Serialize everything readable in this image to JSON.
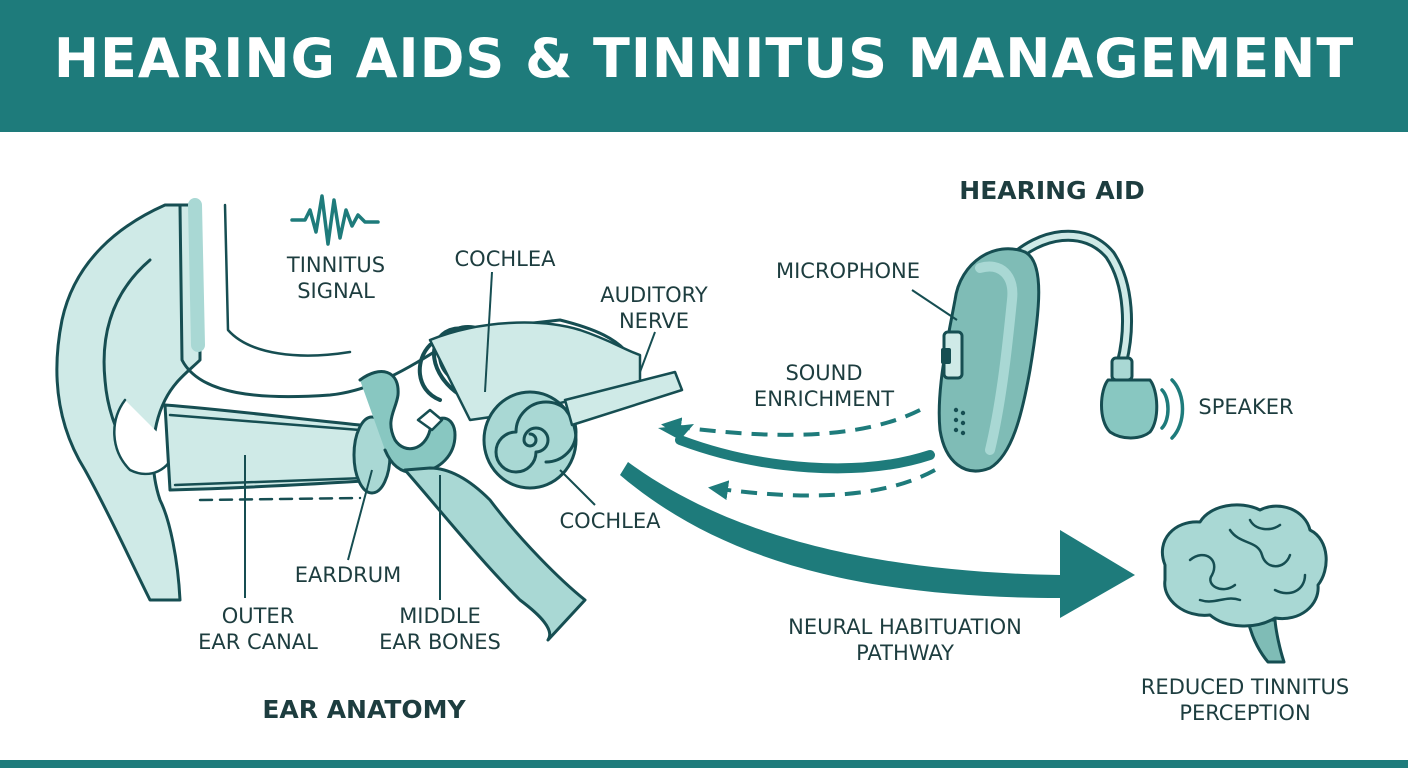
{
  "title": "HEARING AIDS & TINNITUS MANAGEMENT",
  "colors": {
    "banner": "#1e7b7b",
    "teal_dark": "#145f62",
    "teal_fill": "#a9d8d4",
    "teal_light": "#cfeae7",
    "outline": "#164e52",
    "label_text": "#1d3d3f"
  },
  "ear_anatomy": {
    "heading": "EAR ANATOMY",
    "labels": {
      "tinnitus_signal": [
        "TINNITUS",
        "SIGNAL"
      ],
      "cochlea_top": "COCHLEA",
      "auditory_nerve": [
        "AUDITORY",
        "NERVE"
      ],
      "cochlea_bottom": "COCHLEA",
      "eardrum": "EARDRUM",
      "outer_ear_canal": [
        "OUTER",
        "EAR CANAL"
      ],
      "middle_ear_bones": [
        "MIDDLE",
        "EAR BONES"
      ]
    },
    "icons": [
      "tinnitus-waveform-icon"
    ]
  },
  "hearing_aid": {
    "heading": "HEARING AID",
    "labels": {
      "microphone": "MICROPHONE",
      "speaker": "SPEAKER",
      "sound_enrichment": [
        "SOUND",
        "ENRICHMENT"
      ]
    },
    "icons": [
      "hearing-aid-icon",
      "speaker-waves-icon"
    ]
  },
  "pathway": {
    "neural_habituation": [
      "NEURAL HABITUATION",
      "PATHWAY"
    ],
    "reduced_tinnitus": [
      "REDUCED TINNITUS",
      "PERCEPTION"
    ],
    "icons": [
      "brain-icon",
      "pathway-arrow-icon"
    ]
  }
}
